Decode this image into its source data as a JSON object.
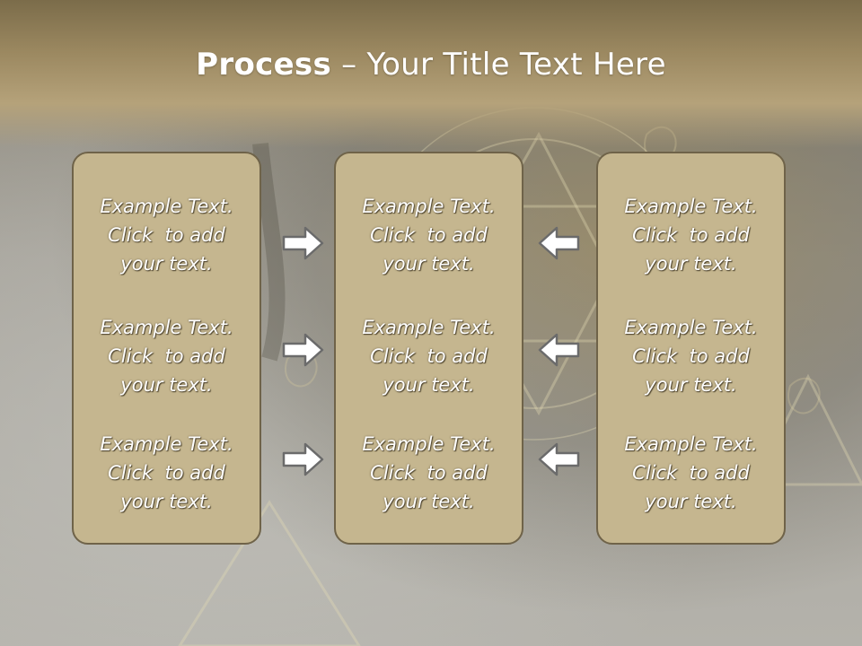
{
  "title": {
    "bold": "Process",
    "rest": " – Your Title Text Here"
  },
  "panels": [
    {
      "name": "left",
      "blocks": [
        {
          "l1": "Example Text.",
          "l2": "Click  to add",
          "l3": "your text."
        },
        {
          "l1": "Example Text.",
          "l2": "Click  to add",
          "l3": "your text."
        },
        {
          "l1": "Example Text.",
          "l2": "Click  to add",
          "l3": "your text."
        }
      ]
    },
    {
      "name": "center",
      "blocks": [
        {
          "l1": "Example Text.",
          "l2": "Click  to add",
          "l3": "your text."
        },
        {
          "l1": "Example Text.",
          "l2": "Click  to add",
          "l3": "your text."
        },
        {
          "l1": "Example Text.",
          "l2": "Click  to add",
          "l3": "your text."
        }
      ]
    },
    {
      "name": "right",
      "blocks": [
        {
          "l1": "Example Text.",
          "l2": "Click  to add",
          "l3": "your text."
        },
        {
          "l1": "Example Text.",
          "l2": "Click  to add",
          "l3": "your text."
        },
        {
          "l1": "Example Text.",
          "l2": "Click  to add",
          "l3": "your text."
        }
      ]
    }
  ],
  "arrows": [
    {
      "direction": "right",
      "icon": "arrow-right-icon"
    },
    {
      "direction": "right",
      "icon": "arrow-right-icon"
    },
    {
      "direction": "right",
      "icon": "arrow-right-icon"
    },
    {
      "direction": "left",
      "icon": "arrow-left-icon"
    },
    {
      "direction": "left",
      "icon": "arrow-left-icon"
    },
    {
      "direction": "left",
      "icon": "arrow-left-icon"
    }
  ],
  "colors": {
    "panel_fill": "#c5b68f",
    "panel_border": "#6f6349",
    "header": "#9b8860",
    "text": "#ffffff"
  }
}
